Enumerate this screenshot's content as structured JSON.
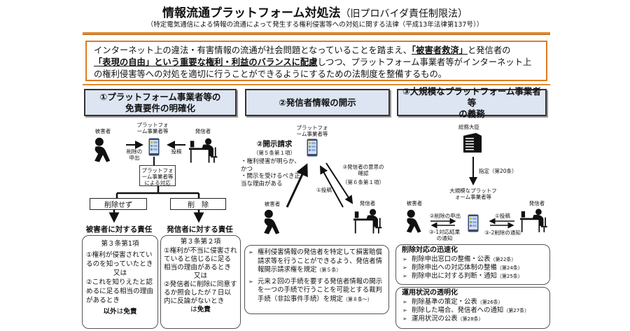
{
  "header": {
    "title": "情報流通プラットフォーム対処法",
    "title_note": "（旧プロバイダ責任制限法）",
    "subtitle": "（特定電気通信による情報の流通によって発生する権利侵害等への対処に関する法律（平成13年法律第137号））"
  },
  "summary": {
    "part1": "インターネット上の違法・有害情報の流通が社会問題となっていることを踏まえ、",
    "em1": "「被害者救済」",
    "part2": "と発信者の",
    "em2": "「表現の自由」という重要な権利・利益のバランスに配慮",
    "part3": "しつつ、プラットフォーム事業者等がインターネット上の権利侵害等への対処を適切に行うことができるようにするための法制度を整備するもの。"
  },
  "col1": {
    "heading_line1": "①プラットフォーム事業者等の",
    "heading_line2": "免責要件の明確化",
    "victim": "被害者",
    "platform": "プラットフォーム事業者等",
    "sender": "発信者",
    "request": "削除の申出",
    "post": "投稿",
    "response": "プラットフォーム事業者等による対応",
    "no_delete": "削除せず",
    "delete": "削　除",
    "left_title": "被害者に対する責任",
    "right_title": "発信者に対する責任",
    "left_box": {
      "article": "第３条第1項",
      "lines": [
        "①権利が侵害されているのを知っていたとき",
        "又は",
        "②これを知りえたと認めるに足る相当の理由があるとき"
      ],
      "footer_a": "以外",
      "footer_b": "は",
      "footer_c": "免責"
    },
    "right_box": {
      "article": "第３条第２項",
      "lines": [
        "①権利が不当に侵害されていると信じるに足る相当の理由があるとき",
        "又は",
        "②発信者に削除に同意するか照会したが７日以内に反論がないとき"
      ],
      "footer_a": "は",
      "footer_b": "免責"
    }
  },
  "col2": {
    "heading": "②発信者情報の開示",
    "platform": "プラットフォーム事業者等",
    "request_title": "②開示請求",
    "request_article": "（第５条第１項）",
    "conditions": [
      "・権利侵害が明らか、かつ",
      "・開示を受けるべき正当な理由がある"
    ],
    "post": "①投稿",
    "confirm": "③発信者の意思の確認",
    "confirm_article": "（第６条第１項）",
    "victim": "被害者",
    "sender": "発信者",
    "bullets": [
      {
        "text": "権利侵害情報の発信者を特定して損害賠償請求等を行うことができるよう、発信者情報開示請求権を規定",
        "article": "（第５条）"
      },
      {
        "text": "元来２回の手続を要する発信者情報の開示を一つの手続で行うことを可能とする裁判手続（非訟事件手続）を規定",
        "article": "（第８条～）"
      }
    ]
  },
  "col3": {
    "heading_line1": "③大規模なプラットフォーム事業者等",
    "heading_line2": "の義務",
    "minister": "総務大臣",
    "designation": "指定（第20条）",
    "platform": "大規模なプラットフォーム事業者等",
    "victim": "被害者",
    "sender": "発信者",
    "request": "②削除の申出",
    "result": "③-1対応結果の通知",
    "post": "①投稿",
    "notice": "③-2削除の通知",
    "sections": [
      {
        "title": "削除対応の迅速化",
        "items": [
          {
            "text": "削除申出窓口の整備・公表",
            "article": "（第22条）"
          },
          {
            "text": "削除申出への対応体制の整備",
            "article": "（第24条）"
          },
          {
            "text": "削除申出に対する判断・通知",
            "article": "（第25条）"
          }
        ]
      },
      {
        "title": "運用状況の透明化",
        "items": [
          {
            "text": "削除基準の策定・公表",
            "article": "（第26条）"
          },
          {
            "text": "削除した場合、発信者への通知",
            "article": "（第27条）"
          },
          {
            "text": "運用状況の公表",
            "article": "（第28条）"
          }
        ]
      }
    ]
  },
  "colors": {
    "accent": "#e07b20",
    "heading_bg": "#dde5f2"
  }
}
